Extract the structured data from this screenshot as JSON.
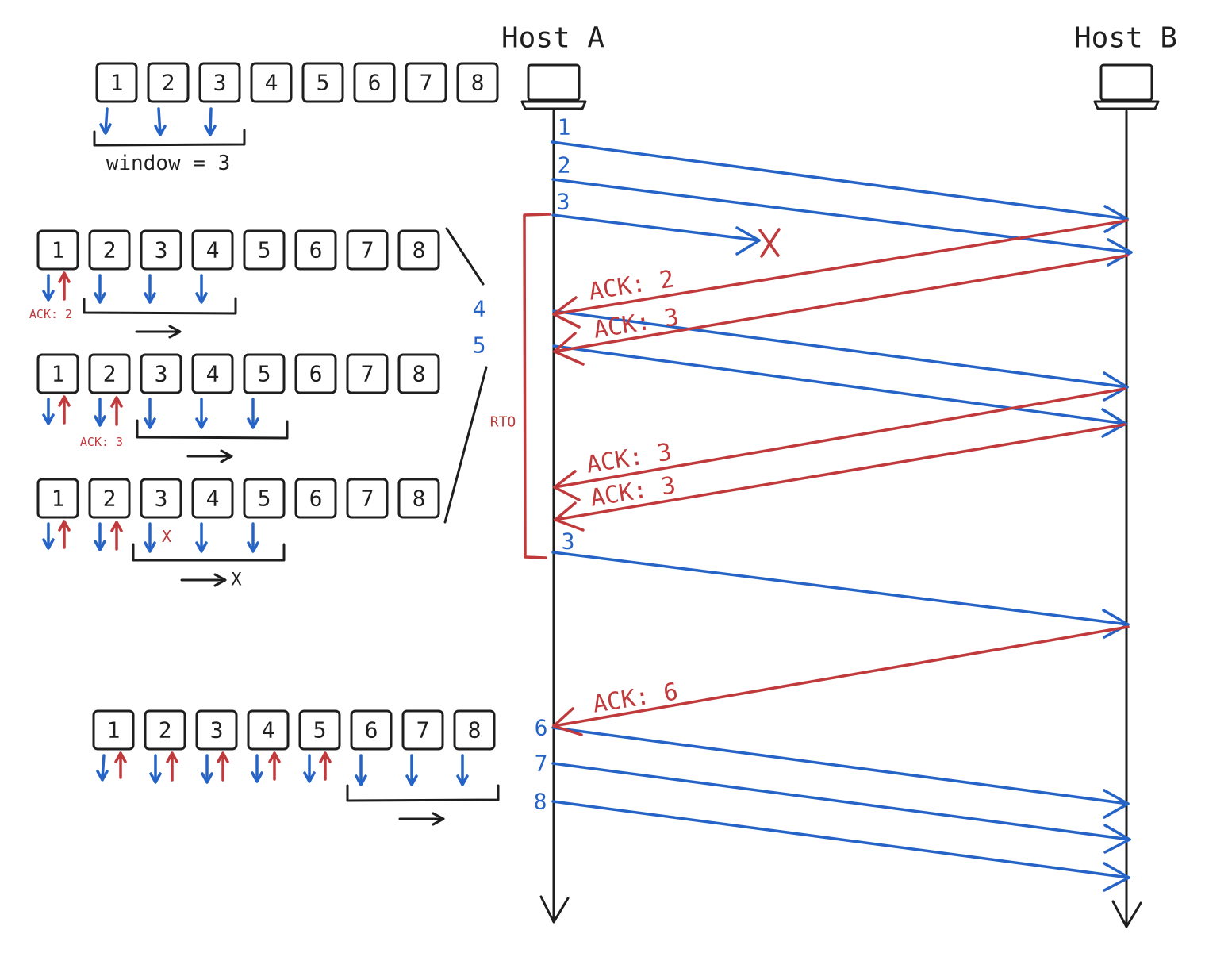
{
  "hosts": {
    "a_label": "Host A",
    "b_label": "Host B"
  },
  "window_label": "window = 3",
  "segment_numbers": [
    "1",
    "2",
    "3",
    "4",
    "5",
    "6",
    "7",
    "8"
  ],
  "ack_labels": {
    "small_ack2": "ACK: 2",
    "small_ack3": "ACK: 3",
    "ack2": "ACK: 2",
    "ack3_first": "ACK: 3",
    "ack3_dup1": "ACK: 3",
    "ack3_dup2": "ACK: 3",
    "ack6": "ACK: 6"
  },
  "timeline_labels": {
    "seg1": "1",
    "seg2": "2",
    "seg3": "3",
    "seg4": "4",
    "seg5": "5",
    "seg3_retx": "3",
    "seg6": "6",
    "seg7": "7",
    "seg8": "8"
  },
  "rto_label": "RTO",
  "loss_mark": "X",
  "colors": {
    "data": "#2563c6",
    "ack": "#c0393b",
    "ink": "#1e1e1e"
  }
}
